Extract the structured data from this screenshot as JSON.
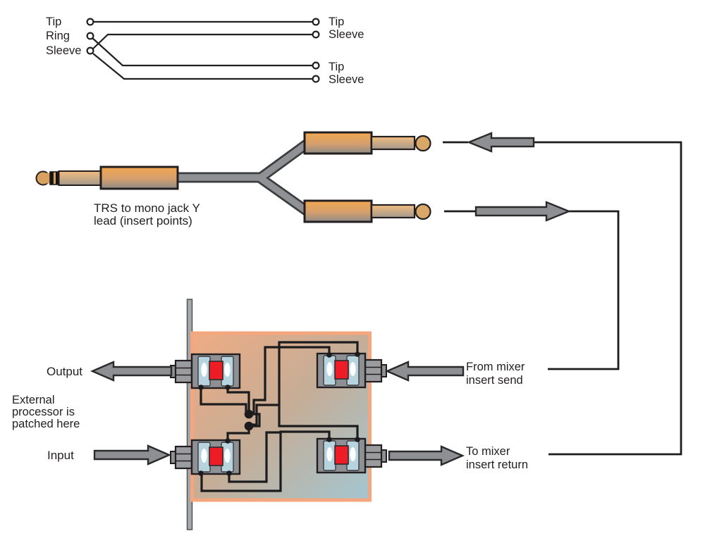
{
  "colors": {
    "ink": "#231f20",
    "wire_black": "#1c1c1e",
    "arrow_gray": "#8d8f92",
    "cable_gray": "#8f9194",
    "panel_border": "#f4a67e",
    "jack_red": "#ee1c25",
    "jack_blue": "#b7d3dd",
    "metal_gray": "#8e9094"
  },
  "schematic": {
    "trs_labels": [
      "Tip",
      "Ring",
      "Sleeve"
    ],
    "jack_a_labels": [
      "Tip",
      "Sleeve"
    ],
    "jack_b_labels": [
      "Tip",
      "Sleeve"
    ]
  },
  "y_lead": {
    "caption_lines": [
      "TRS to mono jack Y",
      "lead (insert points)"
    ]
  },
  "patchbay": {
    "output_label": "Output",
    "note_lines": [
      "External",
      "processor is",
      "patched here"
    ],
    "input_label": "Input",
    "send_label_lines": [
      "From mixer",
      "insert send"
    ],
    "return_label_lines": [
      "To mixer",
      "insert return"
    ]
  }
}
